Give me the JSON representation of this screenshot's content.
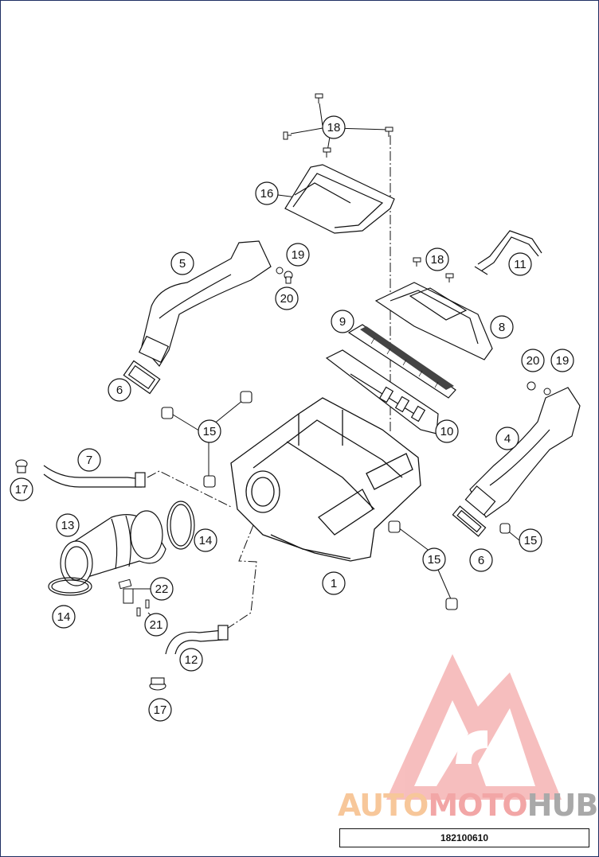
{
  "diagram": {
    "callouts": [
      "18",
      "16",
      "5",
      "19",
      "20",
      "18",
      "11",
      "9",
      "8",
      "6",
      "20",
      "19",
      "15",
      "10",
      "4",
      "7",
      "17",
      "13",
      "14",
      "15",
      "6",
      "1",
      "15",
      "22",
      "14",
      "21",
      "12",
      "17"
    ],
    "drawing_number": "182100610"
  },
  "watermark": {
    "auto": "AUTO",
    "moto": "MOTO",
    "hub": "HUB",
    "colors": {
      "auto": "#f7c79a",
      "moto": "#f2a6a6",
      "hub": "#a9a9a9"
    }
  }
}
